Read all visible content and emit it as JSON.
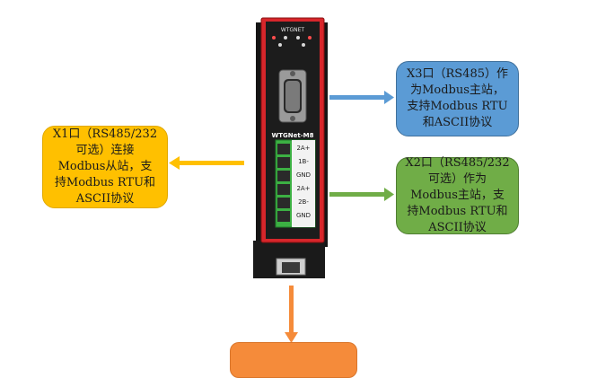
{
  "device": {
    "top_label": "WTGNET",
    "model_label": "WTGNet-M8",
    "terminal_labels": [
      "2A+",
      "1B-",
      "GND",
      "2A+",
      "2B-",
      "GND"
    ]
  },
  "callouts": {
    "x1": "X1口（RS485/232\n可选）连接\nModbus从站，支\n持Modbus RTU和\nASCII协议",
    "x3": "X3口（RS485）作\n为Modbus主站，\n支持Modbus RTU\n和ASCII协议",
    "x2": "X2口（RS485/232\n可选）作为\nModbus主站，支\n持Modbus RTU和\nASCII协议",
    "bottom": ""
  },
  "colors": {
    "x1": "#ffc000",
    "x3": "#5b9bd5",
    "x2": "#70ad47",
    "bottom": "#f58b3a",
    "device_red": "#d7262b",
    "terminal_green": "#3cb043"
  }
}
